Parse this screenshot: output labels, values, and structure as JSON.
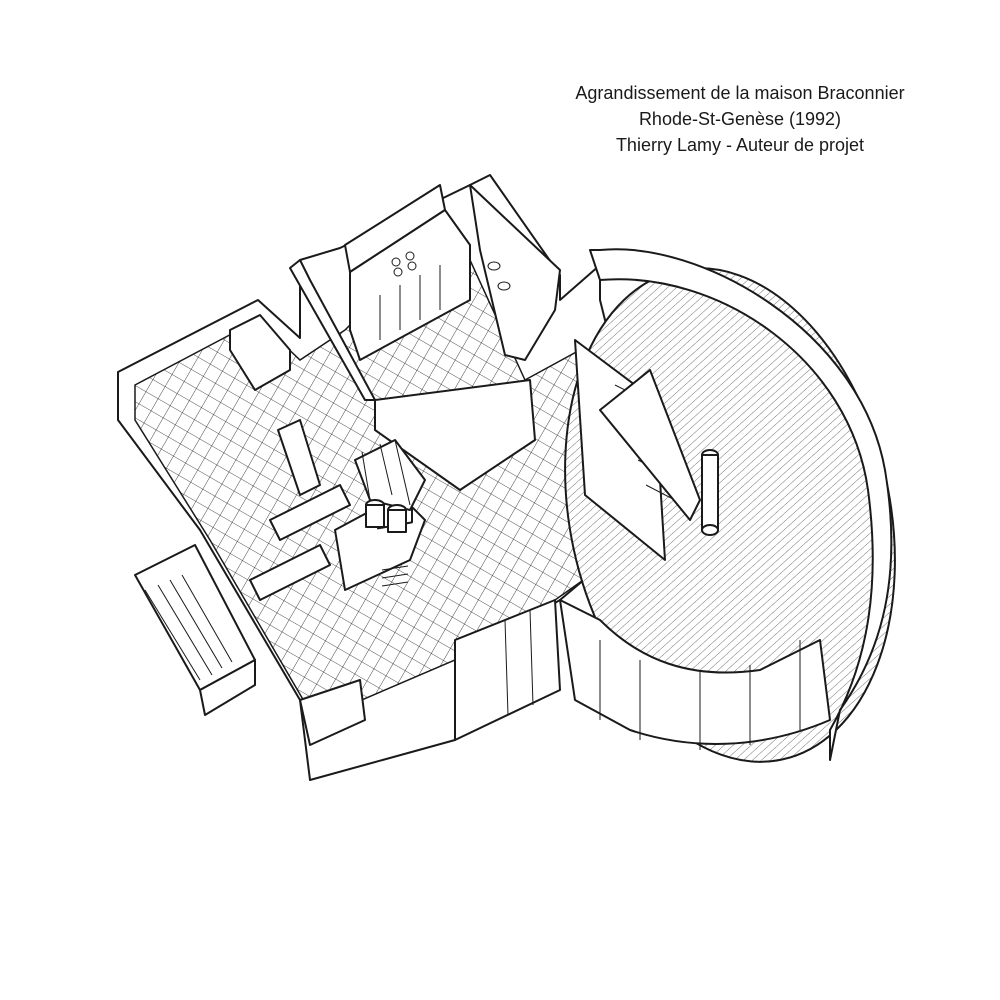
{
  "caption": {
    "line1": "Agrandissement de la maison Braconnier",
    "line2": "Rhode-St-Genèse (1992)",
    "line3": "Thierry Lamy - Auteur de projet"
  },
  "colors": {
    "ink": "#1a1a1a",
    "paper": "#ffffff"
  }
}
